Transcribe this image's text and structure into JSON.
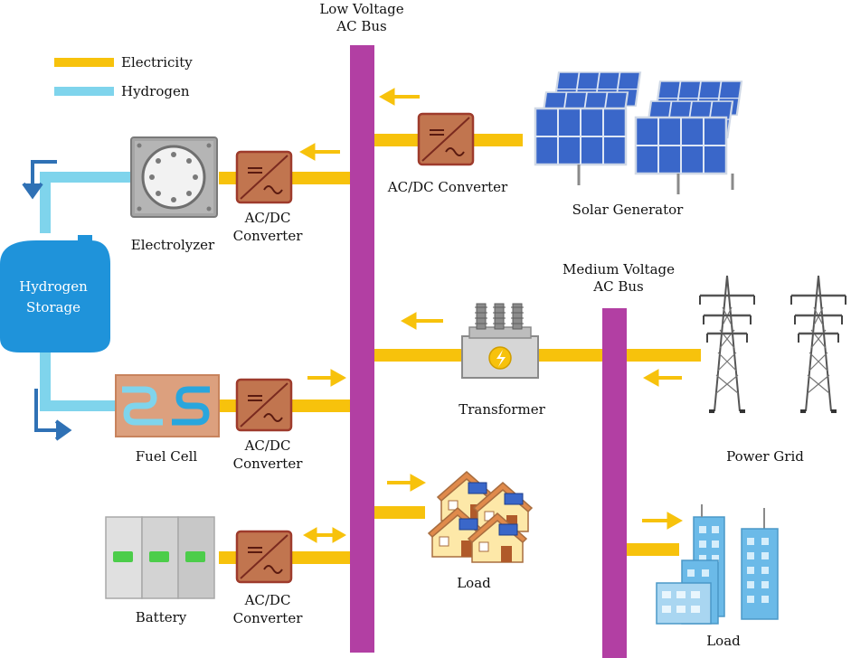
{
  "colors": {
    "electricity": "#f7c20c",
    "hydrogen": "#7fd4ec",
    "bus": "#b23fa3",
    "storage": "#1f93da",
    "converter": "#c1754f",
    "converter_border": "#9e3b2c",
    "arrow_blue": "#2f71b5",
    "solar_panel": "#3a67c9",
    "fuel_cell": "#dca07e",
    "fuel_tube": "#29a6dd",
    "battery_led": "#4ccd4a"
  },
  "legend": {
    "electricity_label": "Electricity",
    "hydrogen_label": "Hydrogen"
  },
  "buses": {
    "low_voltage": {
      "line1": "Low Voltage",
      "line2": "AC Bus"
    },
    "medium_voltage": {
      "line1": "Medium Voltage",
      "line2": "AC Bus"
    }
  },
  "components": {
    "electrolyzer": "Electrolyzer",
    "hydrogen_storage": {
      "line1": "Hydrogen",
      "line2": "Storage"
    },
    "fuel_cell": "Fuel Cell",
    "battery": "Battery",
    "solar_converter": "AC/DC Converter",
    "converter_line1": "AC/DC",
    "converter_line2": "Converter",
    "solar_generator": "Solar Generator",
    "transformer": "Transformer",
    "power_grid": "Power Grid",
    "load": "Load"
  },
  "icons": {
    "flow_arrow": "arrow-icon",
    "converter": "acdc-converter-icon",
    "electrolyzer": "electrolyzer-icon",
    "fuel_cell": "fuel-cell-icon",
    "battery": "battery-icon",
    "solar": "solar-panel-icon",
    "transformer": "transformer-icon",
    "tower": "power-tower-icon",
    "houses": "house-icon",
    "buildings": "building-icon"
  }
}
